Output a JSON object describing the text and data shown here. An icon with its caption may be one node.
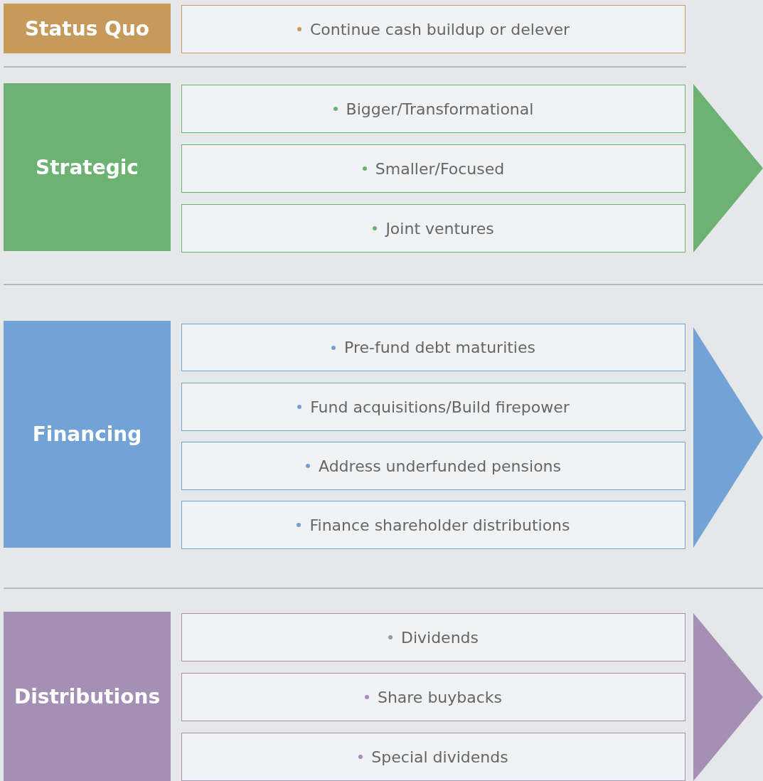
{
  "diagram": {
    "nodes": [
      {
        "text": [
          "Status Quo"
        ]
      },
      {
        "text": [
          "Continue cash buildup or delever"
        ]
      },
      {
        "text": [
          "Strategic"
        ]
      },
      {
        "text": [
          "Bigger/Transformational"
        ]
      },
      {
        "text": [
          "Smaller/Focused"
        ]
      },
      {
        "text": [
          "Joint ventures"
        ]
      },
      {
        "text": [
          "Financing"
        ]
      },
      {
        "text": [
          "Pre-fund debt maturities"
        ]
      },
      {
        "text": [
          "Fund acquisitions/Build firepower"
        ]
      },
      {
        "text": [
          "Address underfunded pensions"
        ]
      },
      {
        "text": [
          "Finance shareholder distributions"
        ]
      },
      {
        "text": [
          "Distributions"
        ]
      },
      {
        "text": [
          "Dividends"
        ]
      },
      {
        "text": [
          "Share buybacks"
        ]
      },
      {
        "text": [
          "Special dividends"
        ]
      }
    ],
    "edges": []
  }
}
